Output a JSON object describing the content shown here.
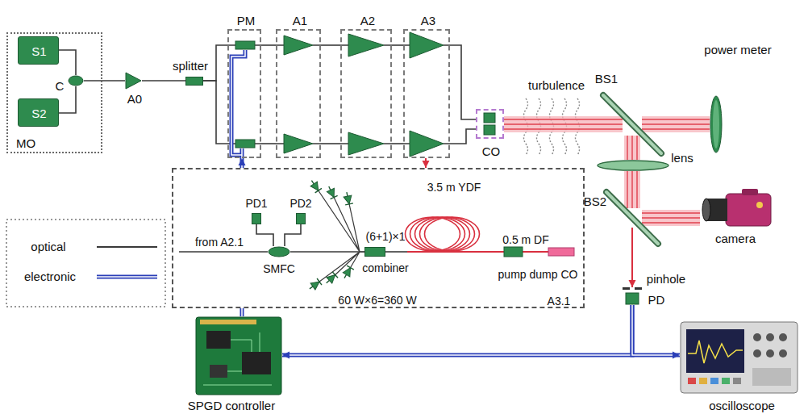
{
  "diagram": {
    "nodes": [
      {
        "text": [
          "MO"
        ]
      },
      {
        "text": [
          "S1"
        ],
        "in": 0
      },
      {
        "text": [
          "S2"
        ],
        "in": 0
      },
      {
        "text": [
          "C"
        ],
        "in": 0
      },
      {
        "text": [
          "A0"
        ]
      },
      {
        "text": [
          "splitter"
        ]
      },
      {
        "text": [
          "PM"
        ]
      },
      {
        "text": [
          "A1"
        ]
      },
      {
        "text": [
          "A2"
        ]
      },
      {
        "text": [
          "A3"
        ]
      },
      {
        "text": [
          "CO"
        ]
      },
      {
        "text": [
          "BS1"
        ]
      },
      {
        "text": [
          "power meter"
        ]
      },
      {
        "text": [
          "lens"
        ]
      },
      {
        "text": [
          "BS2"
        ]
      },
      {
        "text": [
          "camera"
        ]
      },
      {
        "text": [
          "PD"
        ]
      },
      {
        "text": [
          "SPGD controller"
        ]
      },
      {
        "text": [
          "oscilloscope"
        ]
      },
      {
        "text": [
          "A3.1"
        ]
      },
      {
        "text": [
          "PD1"
        ],
        "in": 19
      },
      {
        "text": [
          "PD2"
        ],
        "in": 19
      },
      {
        "text": [
          "SMFC"
        ],
        "in": 19
      },
      {
        "text": [
          "(6+1)×1",
          "combiner"
        ],
        "in": 19
      },
      {
        "text": [
          "3.5 m YDF"
        ],
        "in": 19
      }
    ],
    "edges": [
      {
        "from": 1,
        "to": 3,
        "arrow": "none"
      },
      {
        "from": 2,
        "to": 3,
        "arrow": "none"
      },
      {
        "from": 3,
        "to": 4,
        "arrow": "none"
      },
      {
        "from": 4,
        "to": 5,
        "arrow": "none"
      },
      {
        "from": 5,
        "to": 6,
        "arrow": "none"
      },
      {
        "from": 5,
        "to": 6,
        "arrow": "none"
      },
      {
        "from": 6,
        "to": 7,
        "arrow": "none"
      },
      {
        "from": 6,
        "to": 7,
        "arrow": "none"
      },
      {
        "from": 7,
        "to": 8,
        "arrow": "none"
      },
      {
        "from": 7,
        "to": 8,
        "arrow": "none"
      },
      {
        "from": 8,
        "to": 9,
        "arrow": "none"
      },
      {
        "from": 8,
        "to": 9,
        "arrow": "none"
      },
      {
        "from": 9,
        "to": 10,
        "arrow": "none"
      },
      {
        "from": 9,
        "to": 10,
        "arrow": "none"
      },
      {
        "from": 9,
        "to": 19,
        "arrow": "to"
      },
      {
        "from": 10,
        "to": 11,
        "arrow": "none"
      },
      {
        "from": 11,
        "to": 12,
        "arrow": "none"
      },
      {
        "from": 11,
        "to": 13,
        "arrow": "none"
      },
      {
        "from": 13,
        "to": 14,
        "arrow": "none"
      },
      {
        "from": 14,
        "to": 15,
        "arrow": "none"
      },
      {
        "from": 14,
        "to": 16,
        "arrow": "to"
      },
      {
        "from": 16,
        "to": 17,
        "arrow": "to"
      },
      {
        "from": 16,
        "to": 18,
        "arrow": "to"
      },
      {
        "from": 17,
        "to": 6,
        "arrow": "to"
      },
      {
        "from": 22,
        "to": 20,
        "arrow": "none"
      },
      {
        "from": 22,
        "to": 21,
        "arrow": "none"
      },
      {
        "from": 22,
        "to": 23,
        "arrow": "none"
      },
      {
        "from": 23,
        "to": 24,
        "arrow": "none"
      }
    ],
    "labels": [
      "turbulence",
      "from A2.1",
      "0.5 m DF",
      "pump dump CO",
      "60 W×6=360 W",
      "pinhole"
    ],
    "legend": [
      {
        "text": "optical"
      },
      {
        "text": "electronic"
      }
    ]
  }
}
